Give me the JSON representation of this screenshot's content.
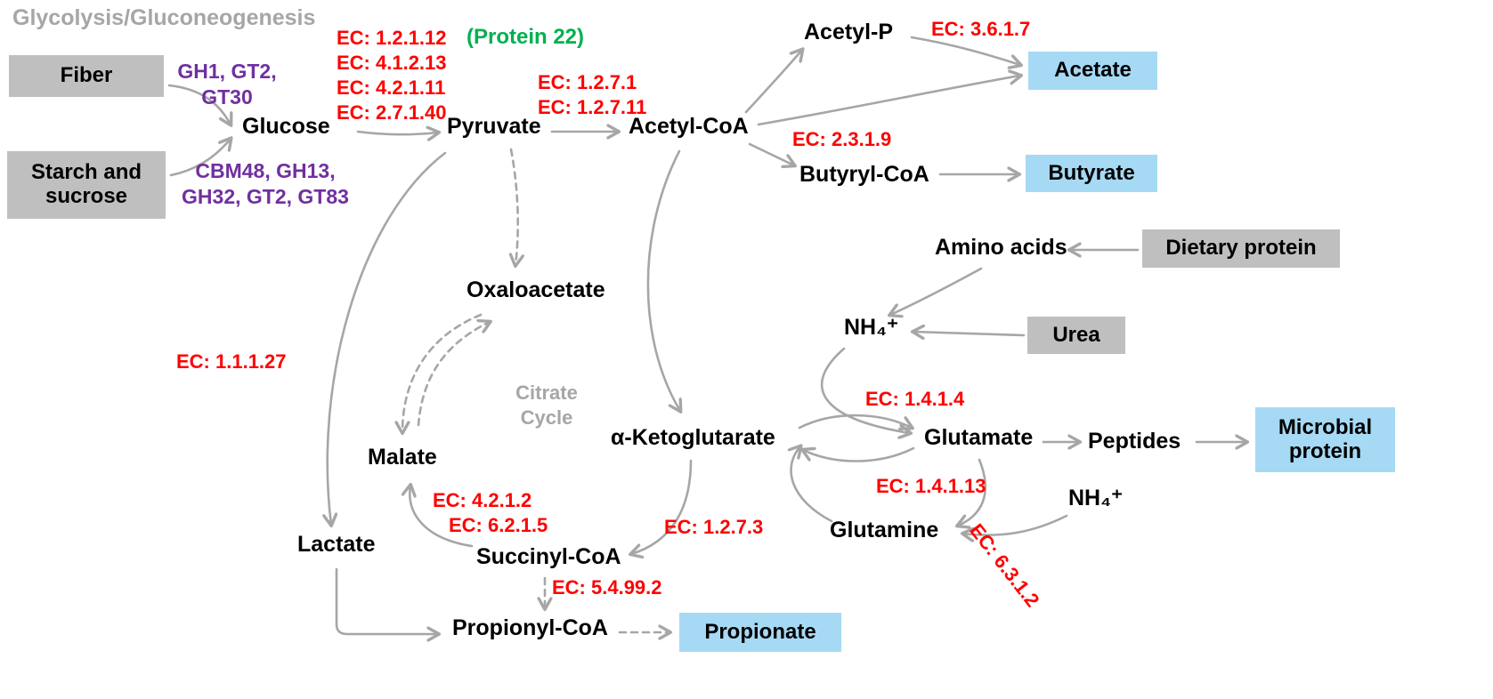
{
  "title": "Glycolysis/Gluconeogenesis",
  "citrate_cycle": "Citrate Cycle",
  "protein_note": "(Protein 22)",
  "substrates": {
    "fiber": "Fiber",
    "starch": "Starch and sucrose",
    "dietary_protein": "Dietary protein",
    "urea": "Urea"
  },
  "products": {
    "acetate": "Acetate",
    "butyrate": "Butyrate",
    "microbial_protein": "Microbial protein",
    "propionate": "Propionate"
  },
  "metabolites": {
    "glucose": "Glucose",
    "pyruvate": "Pyruvate",
    "acetyl_coa": "Acetyl-CoA",
    "acetyl_p": "Acetyl-P",
    "butyryl_coa": "Butyryl-CoA",
    "oxaloacetate": "Oxaloacetate",
    "malate": "Malate",
    "lactate": "Lactate",
    "succinyl_coa": "Succinyl-CoA",
    "propionyl_coa": "Propionyl-CoA",
    "alpha_ketoglutarate": "α-Ketoglutarate",
    "amino_acids": "Amino acids",
    "ammonium": "NH₄⁺",
    "glutamate": "Glutamate",
    "peptides": "Peptides",
    "glutamine": "Glutamine",
    "ammonium_2": "NH₄⁺"
  },
  "gene_families": {
    "fiber_enzymes": "GH1, GT2, GT30",
    "starch_enzymes": "CBM48, GH13, GH32, GT2, GT83"
  },
  "ec_numbers": {
    "glycolysis_1": "EC: 1.2.1.12",
    "glycolysis_2": "EC: 4.1.2.13",
    "glycolysis_3": "EC: 4.2.1.11",
    "glycolysis_4": "EC: 2.7.1.40",
    "pyruvate_acetylcoa_1": "EC: 1.2.7.1",
    "pyruvate_acetylcoa_2": "EC: 1.2.7.11",
    "acetylp_acetate": "EC: 3.6.1.7",
    "acetylcoa_butyrylcoa": "EC: 2.3.1.9",
    "pyruvate_lactate": "EC: 1.1.1.27",
    "malate_reaction_1": "EC: 4.2.1.2",
    "malate_reaction_2": "EC: 6.2.1.5",
    "akg_succinylcoa": "EC: 1.2.7.3",
    "succinylcoa_propionylcoa": "EC: 5.4.99.2",
    "glutamate_dh_1": "EC: 1.4.1.4",
    "glutamate_dh_2": "EC: 1.4.1.13",
    "glutamine_synthetase": "EC: 6.3.1.2"
  },
  "colors": {
    "arrow": "#a6a6a6",
    "ec_text": "#ff0000",
    "gene_text": "#7030a0",
    "protein_note": "#00b050",
    "substrate_box": "#bfbfbf",
    "product_box": "#a6d9f4",
    "muted_text": "#a6a6a6"
  }
}
